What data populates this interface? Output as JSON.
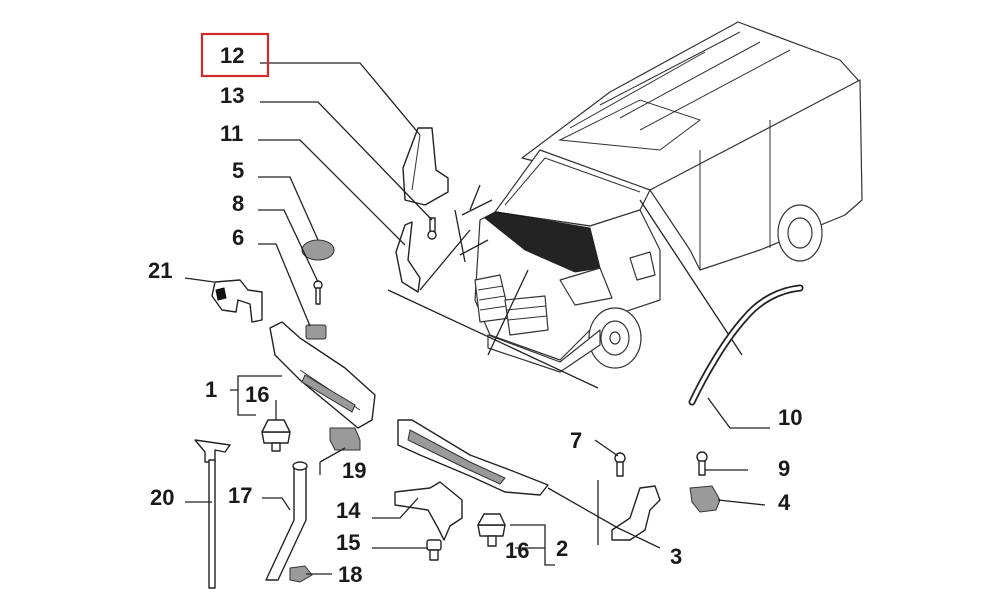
{
  "diagram": {
    "highlight_color": "#d12a2a",
    "callouts": {
      "c12": "12",
      "c13": "13",
      "c11": "11",
      "c5": "5",
      "c8": "8",
      "c6": "6",
      "c21": "21",
      "c1": "1",
      "c16a": "16",
      "c19": "19",
      "c20": "20",
      "c17": "17",
      "c14": "14",
      "c15": "15",
      "c16b": "16",
      "c18": "18",
      "c2": "2",
      "c7": "7",
      "c3": "3",
      "c9": "9",
      "c4": "4",
      "c10": "10"
    }
  }
}
